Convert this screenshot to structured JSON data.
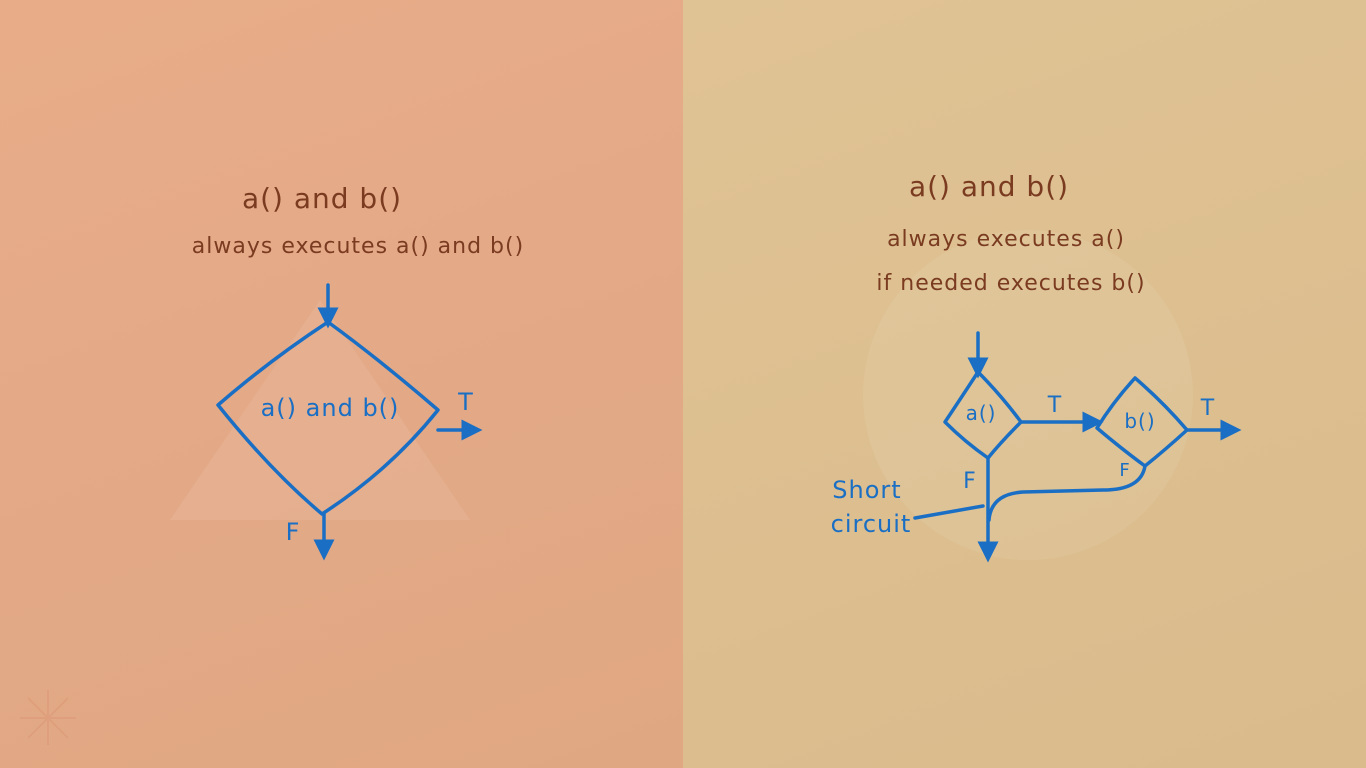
{
  "colors": {
    "left_bg": "#e3a987",
    "right_bg": "#dcbe8f",
    "brown_ink": "#7a3b20",
    "blue_ink": "#1a6fc4"
  },
  "left": {
    "title": "a() and b()",
    "subtitle": "always executes a() and b()",
    "decision_label": "a() and b()",
    "true_label": "T",
    "false_label": "F"
  },
  "right": {
    "title": "a() and b()",
    "subtitle_line1": "always executes a()",
    "subtitle_line2": "if needed executes b()",
    "decision_a_label": "a()",
    "decision_b_label": "b()",
    "true_label_a": "T",
    "true_label_b": "T",
    "false_label_a": "F",
    "false_label_b": "F",
    "annotation_line1": "Short",
    "annotation_line2": "circuit"
  }
}
